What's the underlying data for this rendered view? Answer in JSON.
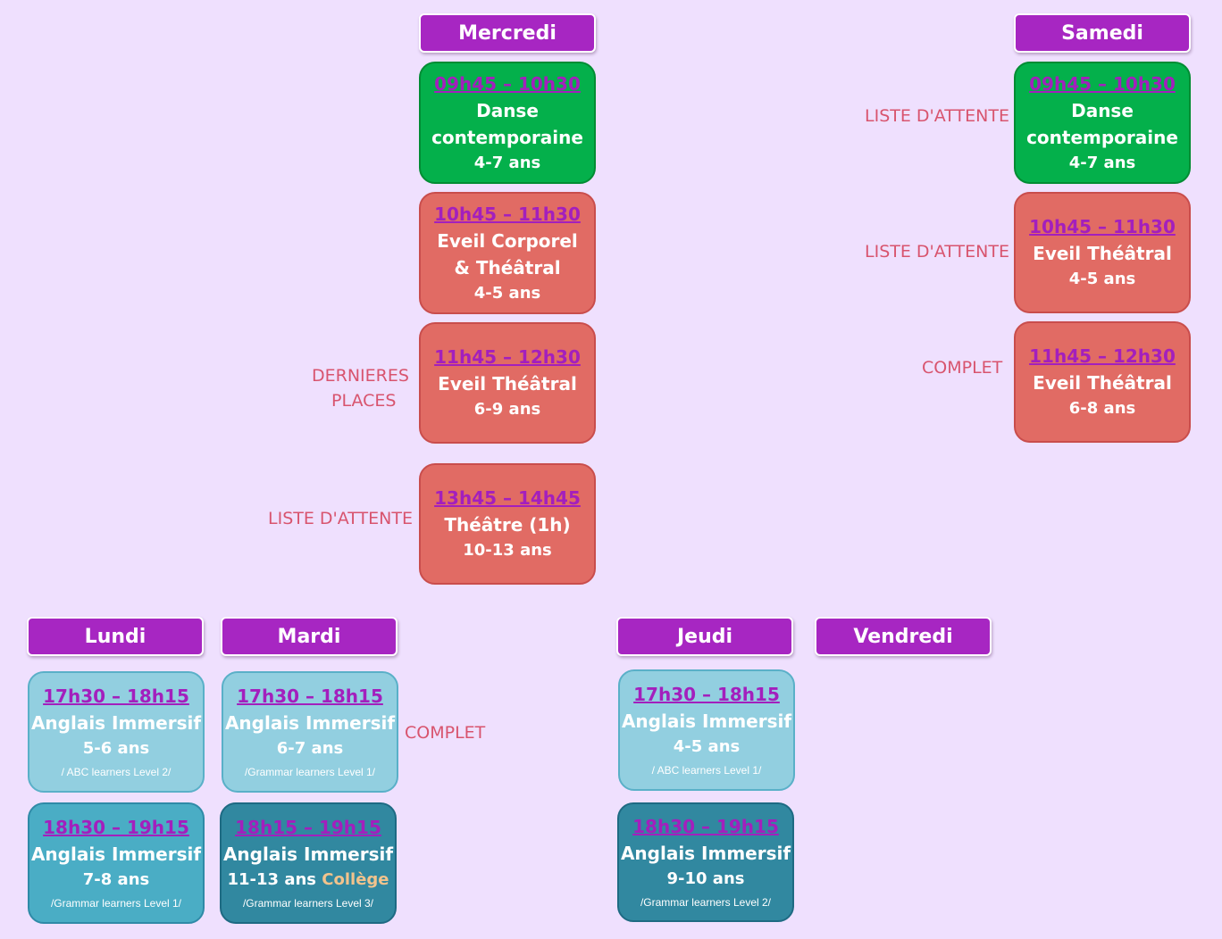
{
  "days": {
    "mercredi": "Mercredi",
    "samedi": "Samedi",
    "lundi": "Lundi",
    "mardi": "Mardi",
    "jeudi": "Jeudi",
    "vendredi": "Vendredi"
  },
  "mercredi": [
    {
      "time": "09h45 – 10h30",
      "title1": "Danse",
      "title2": "contemporaine",
      "age": "4-7 ans"
    },
    {
      "time": "10h45 – 11h30",
      "title1": "Eveil Corporel",
      "title2": "& Théâtral",
      "age": "4-5 ans"
    },
    {
      "time": "11h45 – 12h30",
      "title1": "Eveil Théâtral",
      "age": "6-9 ans",
      "status1": "DERNIERES",
      "status2": "PLACES"
    },
    {
      "time": "13h45 – 14h45",
      "title1": "Théâtre (1h)",
      "age": "10-13 ans",
      "status": "LISTE D'ATTENTE"
    }
  ],
  "samedi": [
    {
      "time": "09h45 – 10h30",
      "title1": "Danse",
      "title2": "contemporaine",
      "age": "4-7 ans",
      "status": "LISTE D'ATTENTE"
    },
    {
      "time": "10h45 – 11h30",
      "title1": "Eveil Théâtral",
      "age": "4-5 ans",
      "status": "LISTE D'ATTENTE"
    },
    {
      "time": "11h45 – 12h30",
      "title1": "Eveil Théâtral",
      "age": "6-8 ans",
      "status": "COMPLET"
    }
  ],
  "lundi": [
    {
      "time": "17h30 – 18h15",
      "title1": "Anglais Immersif",
      "age": "5-6 ans",
      "level": "/ ABC learners Level 2/"
    },
    {
      "time": "18h30 – 19h15",
      "title1": "Anglais Immersif",
      "age": "7-8 ans",
      "level": "/Grammar learners Level 1/"
    }
  ],
  "mardi": [
    {
      "time": "17h30 – 18h15",
      "title1": "Anglais Immersif",
      "age": "6-7 ans",
      "level": "/Grammar learners Level 1/",
      "status": "COMPLET"
    },
    {
      "time": "18h15 – 19h15",
      "title1": "Anglais Immersif",
      "age": "11-13 ans",
      "age_extra": "Collège",
      "level": "/Grammar learners Level 3/"
    }
  ],
  "jeudi": [
    {
      "time": "17h30 – 18h15",
      "title1": "Anglais Immersif",
      "age": "4-5 ans",
      "level": "/ ABC learners Level 1/"
    },
    {
      "time": "18h30 – 19h15",
      "title1": "Anglais Immersif",
      "age": "9-10 ans",
      "level": "/Grammar learners Level 2/"
    }
  ],
  "colors": {
    "background": "#efe0fe",
    "day_header": "#a726c2",
    "time": "#a31fbd",
    "green": "#04b04b",
    "red": "#e16b64",
    "light_blue": "#92cfe0",
    "medium_blue": "#4aadc5",
    "dark_blue": "#3188a0",
    "status": "#d8546e",
    "college": "#f2c38c"
  }
}
